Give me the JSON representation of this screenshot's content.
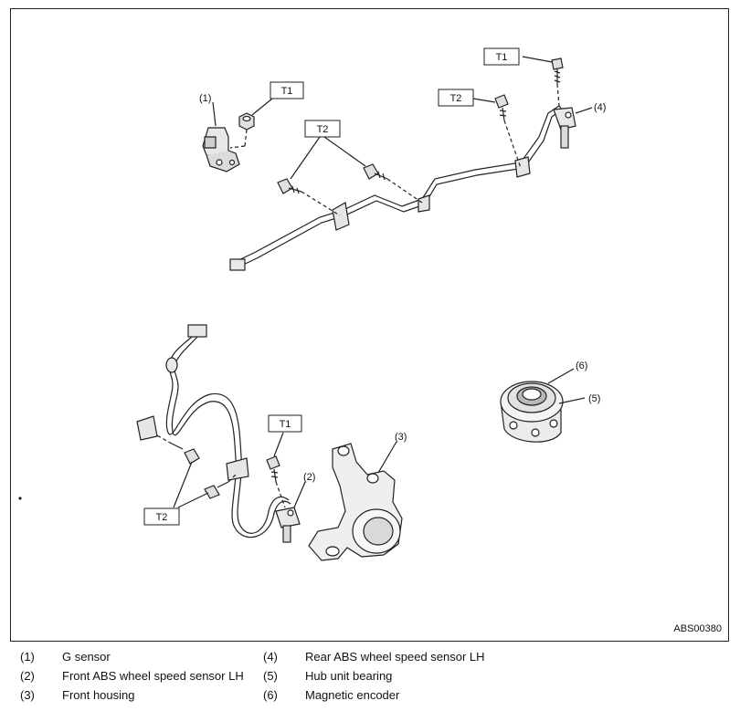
{
  "figure_code": "ABS00380",
  "torque_labels": {
    "t1": "T1",
    "t2": "T2"
  },
  "callouts": [
    "(1)",
    "(2)",
    "(3)",
    "(4)",
    "(5)",
    "(6)"
  ],
  "legend": [
    {
      "num": "(1)",
      "text": "G sensor"
    },
    {
      "num": "(2)",
      "text": "Front ABS wheel speed sensor LH"
    },
    {
      "num": "(3)",
      "text": "Front housing"
    },
    {
      "num": "(4)",
      "text": "Rear ABS wheel speed sensor LH"
    },
    {
      "num": "(5)",
      "text": "Hub unit bearing"
    },
    {
      "num": "(6)",
      "text": "Magnetic encoder"
    }
  ]
}
